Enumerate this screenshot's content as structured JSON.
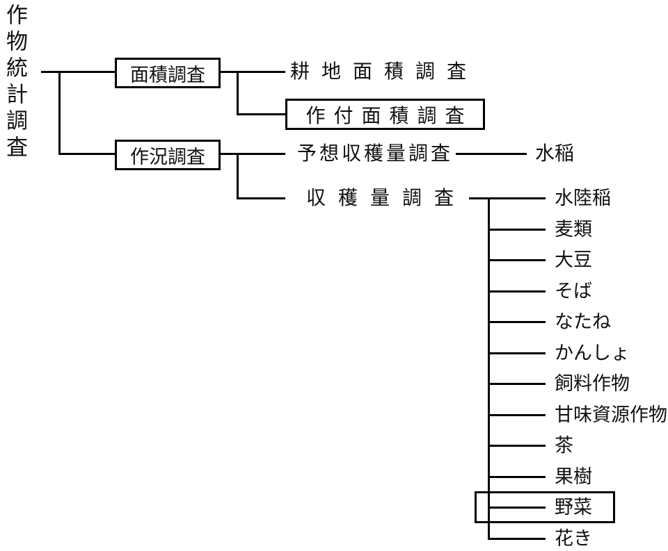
{
  "diagram": {
    "title": "作物統計調査",
    "level1": {
      "area_survey": "面積調査",
      "crop_condition_survey": "作況調査"
    },
    "level2": {
      "cultivated_area_survey": "耕地面積調査",
      "planted_area_survey": "作付面積調査",
      "yield_forecast_survey": "予想収穫量調査",
      "harvest_survey": "収穫量調査"
    },
    "yield_forecast_target": "水稲",
    "harvest_items": [
      "水陸稲",
      "麦類",
      "大豆",
      "そば",
      "なたね",
      "かんしょ",
      "飼料作物",
      "甘味資源作物",
      "茶",
      "果樹",
      "野菜",
      "花き"
    ],
    "highlighted_items": [
      "作付面積調査",
      "野菜"
    ],
    "colors": {
      "line": "#000000",
      "background": "#ffffff",
      "text": "#111111"
    }
  }
}
